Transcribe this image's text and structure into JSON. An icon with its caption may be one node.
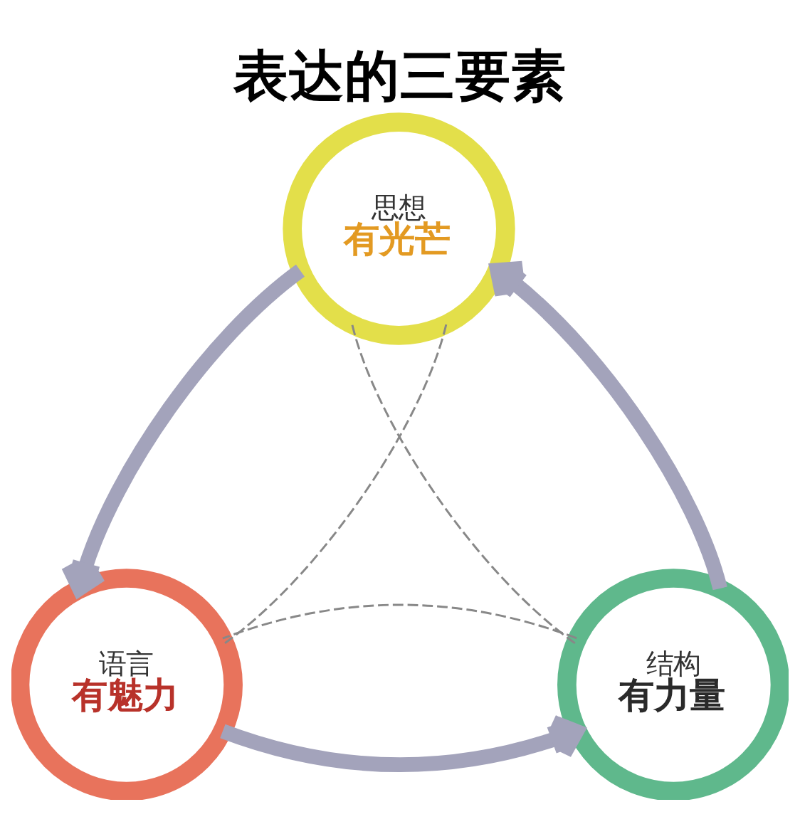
{
  "diagram": {
    "title": "表达的三要素",
    "nodes": [
      {
        "text": [
          "思想",
          "有光芒"
        ]
      },
      {
        "text": [
          "结构",
          "有力量"
        ]
      },
      {
        "text": [
          "语言",
          "有魅力"
        ]
      }
    ],
    "edges": [
      {
        "from": 1,
        "to": 0,
        "arrow": "to",
        "style": "thick",
        "color": "#a3a3bb"
      },
      {
        "from": 0,
        "to": 2,
        "arrow": "to",
        "style": "thick",
        "color": "#a3a3bb"
      },
      {
        "from": 2,
        "to": 1,
        "arrow": "to",
        "style": "thick",
        "color": "#a3a3bb"
      },
      {
        "from": 0,
        "to": 1,
        "arrow": "none",
        "style": "dashed",
        "color": "#888888"
      },
      {
        "from": 0,
        "to": 2,
        "arrow": "none",
        "style": "dashed",
        "color": "#888888"
      },
      {
        "from": 1,
        "to": 2,
        "arrow": "none",
        "style": "dashed",
        "color": "#888888"
      }
    ]
  }
}
